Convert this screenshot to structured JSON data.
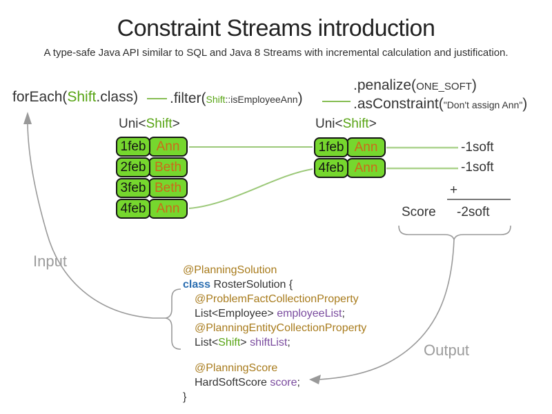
{
  "header": {
    "title": "Constraint Streams introduction",
    "subtitle": "A type-safe Java API similar to SQL and Java 8 Streams with incremental calculation and justification."
  },
  "stream": {
    "foreach": {
      "pre": "forEach(",
      "type": "Shift",
      "post": ".class)"
    },
    "filter": {
      "pre": ".filter(",
      "type": "Shift",
      "method": "::isEmployeeAnn",
      "post": ")"
    },
    "penalize": {
      "pre": ".penalize(",
      "arg": "ONE_SOFT",
      "post": ")"
    },
    "as_constraint": {
      "pre": ".asConstraint(",
      "arg": "\"Don't assign Ann\"",
      "post": ")"
    }
  },
  "uni_left": {
    "pre": "Uni<",
    "type": "Shift",
    "post": ">"
  },
  "uni_right": {
    "pre": "Uni<",
    "type": "Shift",
    "post": ">"
  },
  "left_table": {
    "rows": [
      {
        "date": "1feb",
        "name": "Ann"
      },
      {
        "date": "2feb",
        "name": "Beth"
      },
      {
        "date": "3feb",
        "name": "Beth"
      },
      {
        "date": "4feb",
        "name": "Ann"
      }
    ]
  },
  "right_table": {
    "rows": [
      {
        "date": "1feb",
        "name": "Ann"
      },
      {
        "date": "4feb",
        "name": "Ann"
      }
    ]
  },
  "results": {
    "penalties": [
      "-1soft",
      "-1soft"
    ],
    "plus": "+",
    "score_label": "Score",
    "score_value": "-2soft"
  },
  "labels": {
    "input": "Input",
    "output": "Output"
  },
  "code": {
    "annotation_solution": "@PlanningSolution",
    "class_keyword": "class",
    "class_rest": " RosterSolution {",
    "annotation_problem_fact": "@ProblemFactCollectionProperty",
    "employee_type": "List<Employee> ",
    "employee_field": "employeeList",
    "semicolon1": ";",
    "annotation_planning_entity": "@PlanningEntityCollectionProperty",
    "shift_type_pre": "List<",
    "shift_type_green": "Shift",
    "shift_type_post": "> ",
    "shift_field": "shiftList",
    "semicolon2": ";",
    "annotation_score": "@PlanningScore",
    "score_type": "HardSoftScore ",
    "score_field": "score",
    "semicolon3": ";",
    "closing_brace": "}"
  },
  "colors": {
    "shift_green": "#57a413",
    "box_green": "#76d72e",
    "name_orange": "#cc6a1a",
    "annotation_brown": "#a87b1c",
    "keyword_blue": "#2a6db0",
    "field_purple": "#7a4b9e",
    "connector_green": "#9bc878",
    "arrow_gray": "#999999"
  }
}
